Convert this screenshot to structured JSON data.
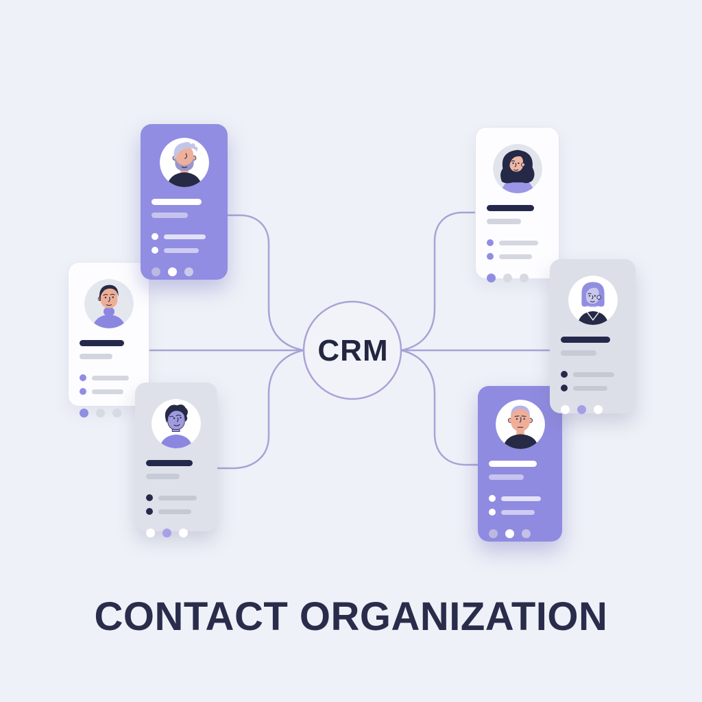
{
  "page": {
    "background": "#eef1f7"
  },
  "title": {
    "text": "CONTACT ORGANIZATION",
    "color": "#292c4a"
  },
  "hub": {
    "label": "CRM",
    "text_color": "#23263f",
    "ring_color": "#a7a3d7",
    "fill": "#f1f3f9"
  },
  "connectors": {
    "color": "#a7a3d7"
  },
  "cards": [
    {
      "id": "card-top-left",
      "name": "contact-card-top-left",
      "variant": "purple",
      "colors": {
        "bg": "#918de2",
        "name_bar": "#ffffff",
        "subtitle_bar": "#c6c3ef",
        "rows": [
          {
            "dot": "#ffffff",
            "line": "#e3e1f8"
          },
          {
            "dot": "#ffffff",
            "line": "#ceccf2"
          }
        ],
        "footer_dots": [
          "#bcb9e0",
          "#ffffff",
          "#cccae8"
        ]
      },
      "avatar": {
        "style": "man-pompadour-beard",
        "bg": "#ffffff",
        "skin": "#eeb09a",
        "hair": "#c3c5e8",
        "beard": "#9996cc",
        "shirt": "#262a45",
        "line": "#2b2f4e"
      }
    },
    {
      "id": "card-mid-left",
      "name": "contact-card-middle-left",
      "variant": "white",
      "colors": {
        "bg": "#fdfdff",
        "name_bar": "#24284a",
        "subtitle_bar": "#d2d5de",
        "rows": [
          {
            "dot": "#918de2",
            "line": "#d5d7e0"
          },
          {
            "dot": "#918de2",
            "line": "#d5d7e0"
          }
        ],
        "footer_dots": [
          "#918de2",
          "#d8dae2",
          "#d8dae2"
        ]
      },
      "avatar": {
        "style": "man-short-hair",
        "bg": "#e4e7ee",
        "skin": "#eeae94",
        "hair": "#272b47",
        "shirt": "#8b87e0",
        "line": "#2b2f4e"
      }
    },
    {
      "id": "card-bottom-left",
      "name": "contact-card-bottom-left",
      "variant": "gray",
      "colors": {
        "bg": "#dee1e9",
        "name_bar": "#24284a",
        "subtitle_bar": "#c7cbd6",
        "rows": [
          {
            "dot": "#262a49",
            "line": "#c5c9d4"
          },
          {
            "dot": "#262a49",
            "line": "#c5c9d4"
          }
        ],
        "footer_dots": [
          "#ffffff",
          "#a6a1e8",
          "#ffffff"
        ]
      },
      "avatar": {
        "style": "man-curly",
        "bg": "#ffffff",
        "skin": "#a09ade",
        "hair": "#262a47",
        "shirt": "#8b87e0",
        "line": "#2b2f4e"
      }
    },
    {
      "id": "card-top-right",
      "name": "contact-card-top-right",
      "variant": "white",
      "colors": {
        "bg": "#fdfdff",
        "name_bar": "#24284a",
        "subtitle_bar": "#d2d5de",
        "rows": [
          {
            "dot": "#918de2",
            "line": "#d5d7e0"
          },
          {
            "dot": "#918de2",
            "line": "#d5d7e0"
          }
        ],
        "footer_dots": [
          "#918de2",
          "#d8dae2",
          "#d8dae2"
        ]
      },
      "avatar": {
        "style": "woman-long-hair",
        "bg": "#e1e4eb",
        "skin": "#f0b8a2",
        "hair": "#252947",
        "shirt": "#9b97e6",
        "line": "#2b2f4e"
      }
    },
    {
      "id": "card-mid-right",
      "name": "contact-card-middle-right",
      "variant": "gray",
      "colors": {
        "bg": "#dcdfe8",
        "name_bar": "#24284a",
        "subtitle_bar": "#c7cbd6",
        "rows": [
          {
            "dot": "#262a49",
            "line": "#c5c9d4"
          },
          {
            "dot": "#262a49",
            "line": "#c5c9d4"
          }
        ],
        "footer_dots": [
          "#ffffff",
          "#a3a0e6",
          "#ffffff"
        ]
      },
      "avatar": {
        "style": "woman-bob",
        "bg": "#ffffff",
        "skin": "#cac7ec",
        "hair": "#918ee2",
        "shirt": "#262a47",
        "line": "#2b2f4e"
      }
    },
    {
      "id": "card-bottom-right",
      "name": "contact-card-bottom-right",
      "variant": "purple",
      "colors": {
        "bg": "#8f8be0",
        "name_bar": "#ffffff",
        "subtitle_bar": "#c6c3ef",
        "rows": [
          {
            "dot": "#ffffff",
            "line": "#e3e1f8"
          },
          {
            "dot": "#ffffff",
            "line": "#ceccf2"
          }
        ],
        "footer_dots": [
          "#bcb9e0",
          "#ffffff",
          "#c4c1e5"
        ]
      },
      "avatar": {
        "style": "man-buzzcut",
        "bg": "#ffffff",
        "skin": "#f0ae96",
        "hair": "#b7b3ea",
        "shirt": "#262a45",
        "line": "#2b2f4e"
      }
    }
  ]
}
